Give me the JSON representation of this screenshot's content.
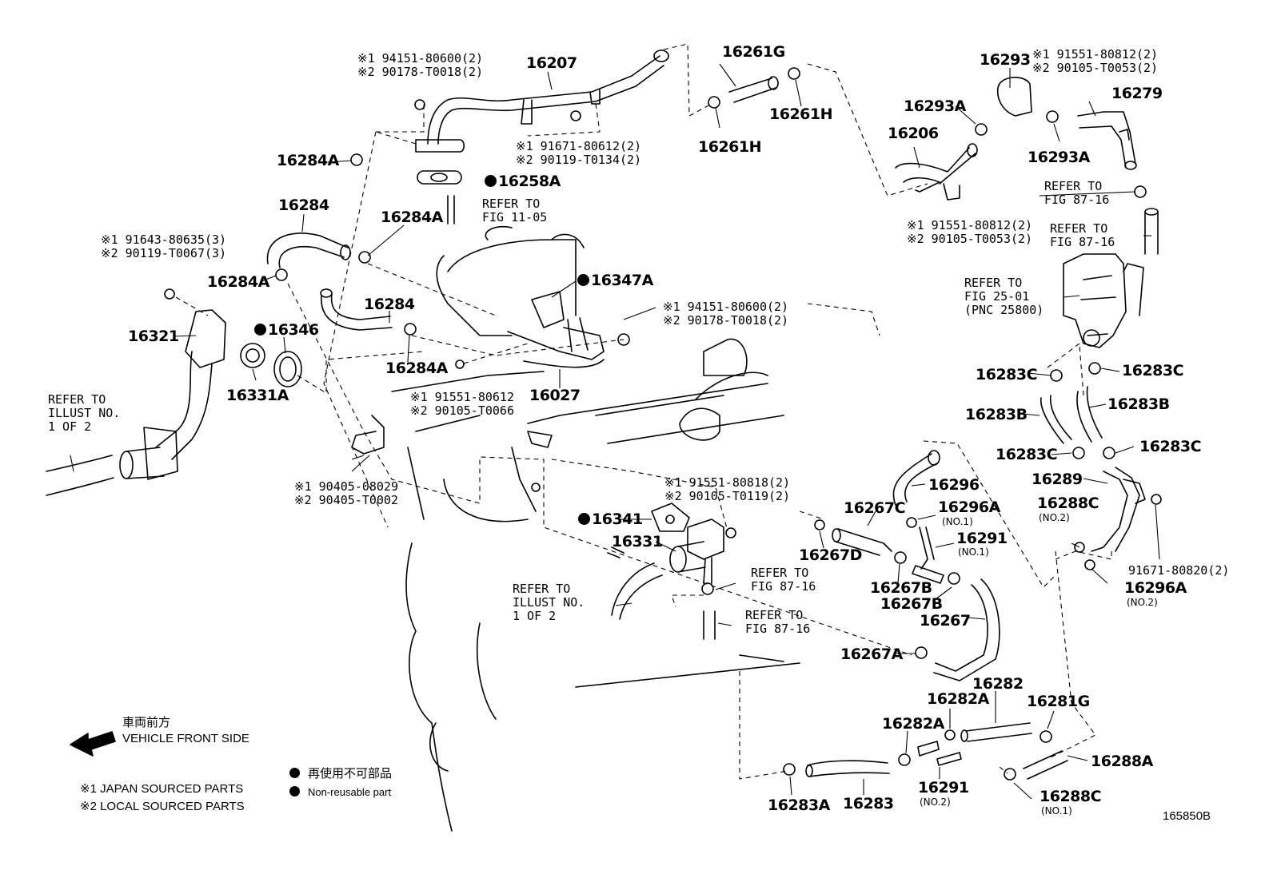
{
  "diagram_id": "165850B",
  "direction": {
    "label_jp": "車両前方",
    "label_en": "VEHICLE FRONT SIDE",
    "icon": "left-arrow-icon"
  },
  "legend": {
    "japan": "※1 JAPAN SOURCED PARTS",
    "local": "※2 LOCAL SOURCED PARTS",
    "nonreusable_jp": "再使用不可部品",
    "nonreusable_en": "Non-reusable part"
  },
  "parts": {
    "p16207": "16207",
    "p16207_note": "※1 94151-80600(2)\n※2 90178-T0018(2)",
    "p16207_bolt": "※1 91671-80612(2)\n※2 90119-T0134(2)",
    "p16284A_1": "16284A",
    "p16284_1": "16284",
    "p16258A": "16258A",
    "ref_11_05": "REFER TO\nFIG 11-05",
    "p16284A_2": "16284A",
    "p16321_bolt": "※1 91643-80635(3)\n※2 90119-T0067(3)",
    "p16284A_3": "16284A",
    "p16284_2": "16284",
    "p16347A": "16347A",
    "p16027_nut": "※1 94151-80600(2)\n※2 90178-T0018(2)",
    "p16321": "16321",
    "p16346": "16346",
    "p16284A_4": "16284A",
    "p16331A": "16331A",
    "p16027": "16027",
    "p16027_bolt": "※1 91551-80612\n※2 90105-T0066",
    "ref_illust_1": "REFER TO\nILLUST NO.\n1 OF 2",
    "p16331A_plug": "※1 90405-08029\n※2 90405-T0002",
    "p16261G": "16261G",
    "p16261H_1": "16261H",
    "p16261H_2": "16261H",
    "p16293": "16293",
    "p16293_bolt": "※1 91551-80812(2)\n※2 90105-T0053(2)",
    "p16279": "16279",
    "p16293A_1": "16293A",
    "p16206": "16206",
    "p16293A_2": "16293A",
    "ref_87_16_a": "REFER TO\nFIG 87-16",
    "p16206_bolt": "※1 91551-80812(2)\n※2 90105-T0053(2)",
    "ref_87_16_b": "REFER TO\nFIG 87-16",
    "ref_25_01": "REFER TO\nFIG 25-01\n(PNC 25800)",
    "p16283C_1": "16283C",
    "p16283C_2": "16283C",
    "p16283B_1": "16283B",
    "p16283B_2": "16283B",
    "p16283C_3": "16283C",
    "p16283C_4": "16283C",
    "p16296": "16296",
    "p16289": "16289",
    "p16331_bolt": "※1 91551-80818(2)\n※2 90105-T0119(2)",
    "p16267C": "16267C",
    "p16296A_1": "16296A",
    "p16296A_1_sub": "(NO.1)",
    "p16288C_2": "16288C",
    "p16288C_2_sub": "(NO.2)",
    "p16341": "16341",
    "p16291_1": "16291",
    "p16291_1_sub": "(NO.1)",
    "p16331": "16331",
    "p16267D": "16267D",
    "p16289_bolt": "91671-80820(2)",
    "ref_87_16_c": "REFER TO\nFIG 87-16",
    "p16267B_1": "16267B",
    "p16296A_2": "16296A",
    "p16296A_2_sub": "(NO.2)",
    "ref_illust_2": "REFER TO\nILLUST NO.\n1 OF 2",
    "p16267B_2": "16267B",
    "p16267": "16267",
    "ref_87_16_d": "REFER TO\nFIG 87-16",
    "p16267A": "16267A",
    "p16282": "16282",
    "p16282A_1": "16282A",
    "p16281G": "16281G",
    "p16282A_2": "16282A",
    "p16288A": "16288A",
    "p16291_2": "16291",
    "p16291_2_sub": "(NO.2)",
    "p16288C_1": "16288C",
    "p16288C_1_sub": "(NO.1)",
    "p16283A": "16283A",
    "p16283": "16283"
  }
}
